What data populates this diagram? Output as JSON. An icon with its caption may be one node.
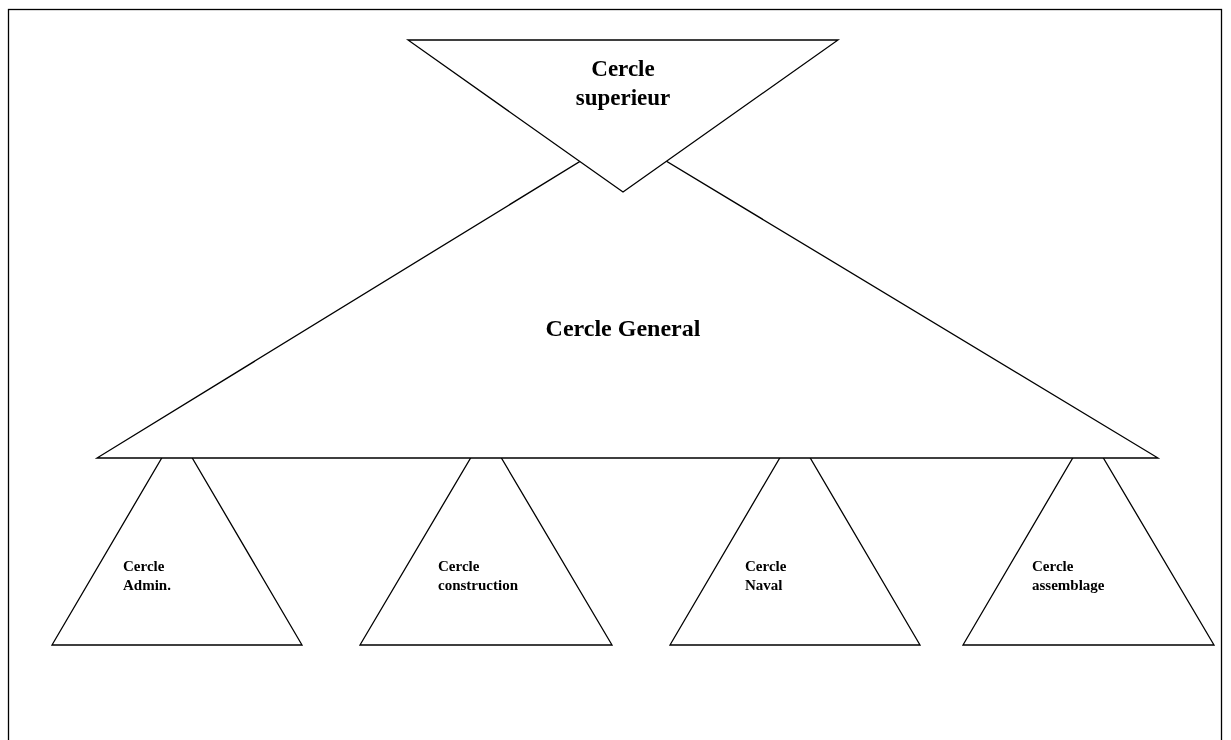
{
  "diagram": {
    "nodes": [
      {
        "text": [
          "Cercle superieur"
        ]
      },
      {
        "text": [
          "Cercle General"
        ]
      },
      {
        "text": [
          "Cercle Admin."
        ]
      },
      {
        "text": [
          "Cercle construction"
        ]
      },
      {
        "text": [
          "Cercle Naval"
        ]
      },
      {
        "text": [
          "Cercle assemblage"
        ]
      }
    ],
    "edges": []
  }
}
